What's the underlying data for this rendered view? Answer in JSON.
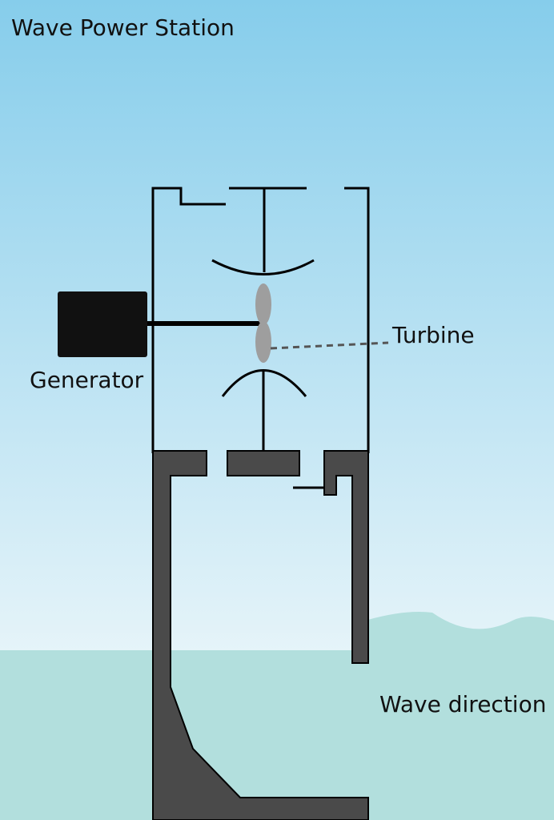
{
  "title": "Wave Power Station",
  "labels": {
    "turbine": "Turbine",
    "generator": "Generator",
    "wave_direction": "Wave direction"
  },
  "colors": {
    "sky_top": "#86cdeb",
    "sky_bottom": "#e6f4f9",
    "water": "#b2dfdd",
    "wall": "#4a4a4a",
    "generator": "#111111",
    "turbine_blades": "#9e9e9e",
    "outline": "#000000"
  }
}
